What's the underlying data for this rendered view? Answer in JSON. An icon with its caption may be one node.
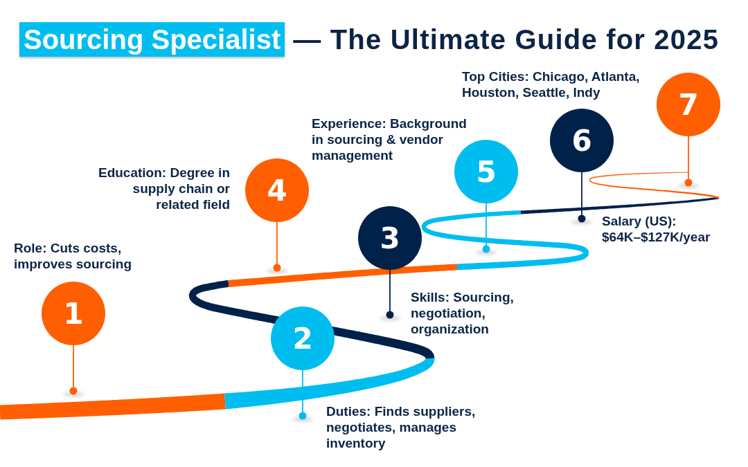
{
  "diagram": {
    "nodes": [
      {
        "text": [
          "Sourcing Specialist"
        ],
        "beside": [
          "— The Ultimate Guide for 2025"
        ]
      },
      {
        "text": [
          "1"
        ],
        "beside": [
          "Role: Cuts costs, improves sourcing"
        ]
      },
      {
        "text": [
          "2"
        ],
        "beside": [
          "Duties: Finds suppliers, negotiates, manages inventory"
        ]
      },
      {
        "text": [
          "3"
        ],
        "beside": [
          "Skills: Sourcing, negotiation, organization"
        ]
      },
      {
        "text": [
          "4"
        ],
        "beside": [
          "Education: Degree in supply chain or related field"
        ]
      },
      {
        "text": [
          "5"
        ],
        "beside": [
          "Experience: Background in sourcing & vendor management"
        ]
      },
      {
        "text": [
          "6"
        ],
        "beside": [
          "Salary (US): $64K–$127K/year"
        ]
      },
      {
        "text": [
          "7"
        ]
      }
    ],
    "edges": [
      {
        "from": 1,
        "to": null,
        "arrow": "other"
      },
      {
        "from": 2,
        "to": null,
        "arrow": "other",
        "color": "#00bdf0"
      },
      {
        "from": 3,
        "to": null,
        "arrow": "other",
        "color": "#00214a"
      },
      {
        "from": 4,
        "to": null,
        "arrow": "other"
      },
      {
        "from": 5,
        "to": null,
        "arrow": "other",
        "color": "#00bdf0"
      },
      {
        "from": 6,
        "to": null,
        "arrow": "other",
        "color": "#00214a"
      },
      {
        "from": 7,
        "to": null,
        "arrow": "other"
      }
    ],
    "labels": [
      "Top Cities: Chicago, Atlanta, Houston, Seattle, Indy"
    ]
  }
}
